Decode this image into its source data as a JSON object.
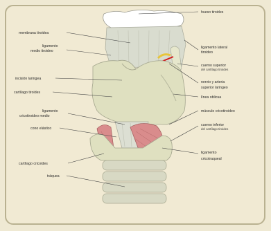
{
  "labels": {
    "hueso_tiroides": "hueso tiroides",
    "membrana_tiroidea": "membrana tiroidea",
    "ligamento_tiroideo_medio_1": "ligamento",
    "ligamento_tiroideo_medio_2": "medio tiroideo",
    "ligamento_lateral_1": "ligamento lateral",
    "ligamento_lateral_2": "tiroideo",
    "cuerno_superior_1": "cuerno superior",
    "cuerno_superior_2": "del cartílago tiroides",
    "incision_laringea": "incisión laringea",
    "nervio_arteria_1": "nervio y arteria",
    "nervio_arteria_2": "superior laringeo",
    "cartilago_tiroides": "cartílago tiroides",
    "lineas_oblicuas": "línea oblicua",
    "ligamento_cricotiroideo_1": "ligamento",
    "ligamento_cricotiroideo_2": "cricotiroideo medio",
    "musculo_cricotiroideo": "músculo cricotiroideo",
    "cono_elastico": "cono elástico",
    "cuerno_inferior_1": "cuerno inferior",
    "cuerno_inferior_2": "del cartílago tiroides",
    "cartilago_cricoides": "cartílago cricoides",
    "ligamento_cricotraqueal_1": "ligamento",
    "ligamento_cricotraqueal_2": "cricotraqueal",
    "traquea": "tráquea"
  },
  "colors": {
    "bone": "#ffffff",
    "cartilage": "#dfe0c0",
    "membrane": "#d9dccf",
    "muscle": "#d98c8c",
    "nerve_artery": "#d11a1a",
    "nerve_yellow": "#e8c53a",
    "trachea": "#d8d9c4"
  }
}
